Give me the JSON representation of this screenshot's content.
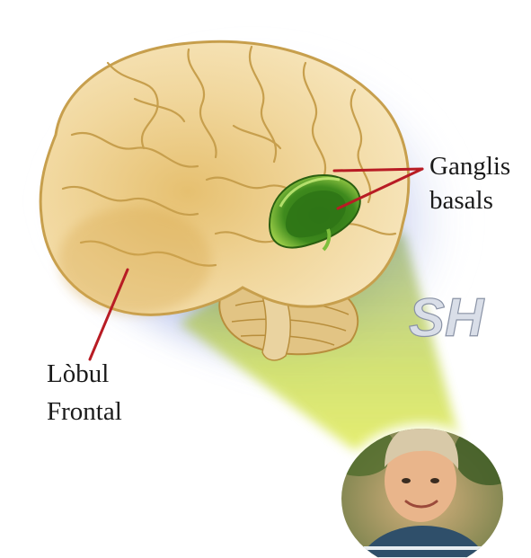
{
  "labels": {
    "basal_ganglia": [
      "Ganglis",
      "basals"
    ],
    "frontal_lobe": [
      "Lòbul",
      "Frontal"
    ]
  },
  "watermark": "SH",
  "colors": {
    "brain": "#f3d9a0",
    "brain_outline": "#c9a24f",
    "ganglia": "#3f8a1e",
    "leader_line": "#b81c24",
    "projection_beam": "#c9d84a",
    "halo": "#4a64c8"
  },
  "icons": {
    "brain": "brain-illustration",
    "child": "child-portrait-photo"
  }
}
